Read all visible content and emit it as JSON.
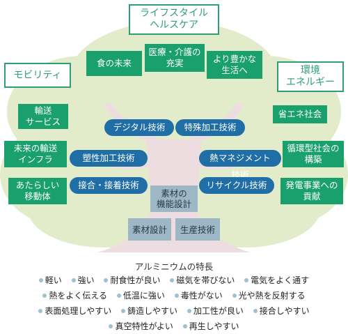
{
  "categories": {
    "lifestyle": "ライフスタイル\nヘルスケア",
    "mobility": "モビリティ",
    "energy": "環境\nエネルギー"
  },
  "lifestyle_items": [
    "食の未来",
    "医療・介護の\n充実",
    "より豊かな\n生活へ"
  ],
  "mobility_items": [
    "輸送\nサービス",
    "未来の輸送\nインフラ",
    "あたらしい\n移動体"
  ],
  "energy_items": [
    "省エネ社会",
    "循環型社会の\n構築",
    "発電事業への\n貢献"
  ],
  "technologies": {
    "digital": "デジタル技術",
    "special_processing": "特殊加工技術",
    "plastic_processing": "塑性加工技術",
    "joining": "接合・接着技術",
    "thermal_management": "熱マネジメント技術",
    "recycle": "リサイクル技術"
  },
  "core": {
    "material_function": "素材の\n機能設計",
    "material_design": "素材設計",
    "production": "生産技術"
  },
  "properties": {
    "title": "アルミニウムの特長",
    "rows": [
      [
        "軽い",
        "強い",
        "耐食性が良い",
        "磁気を帯びない",
        "電気をよく通す"
      ],
      [
        "熱をよく伝える",
        "低温に強い",
        "毒性がない",
        "光や熱を反射する"
      ],
      [
        "表面処理しやすい",
        "鋳造しやすい",
        "加工性が良い",
        "接合しやすい"
      ],
      [
        "真空特性がよい",
        "再生しやすい"
      ]
    ]
  },
  "colors": {
    "accent_green": "#1aa06d",
    "tech_blue": "#1f6fa6",
    "core_gray": "#9db7c7",
    "canopy": "#dfe9c8",
    "trunk": "#e9d9db"
  }
}
